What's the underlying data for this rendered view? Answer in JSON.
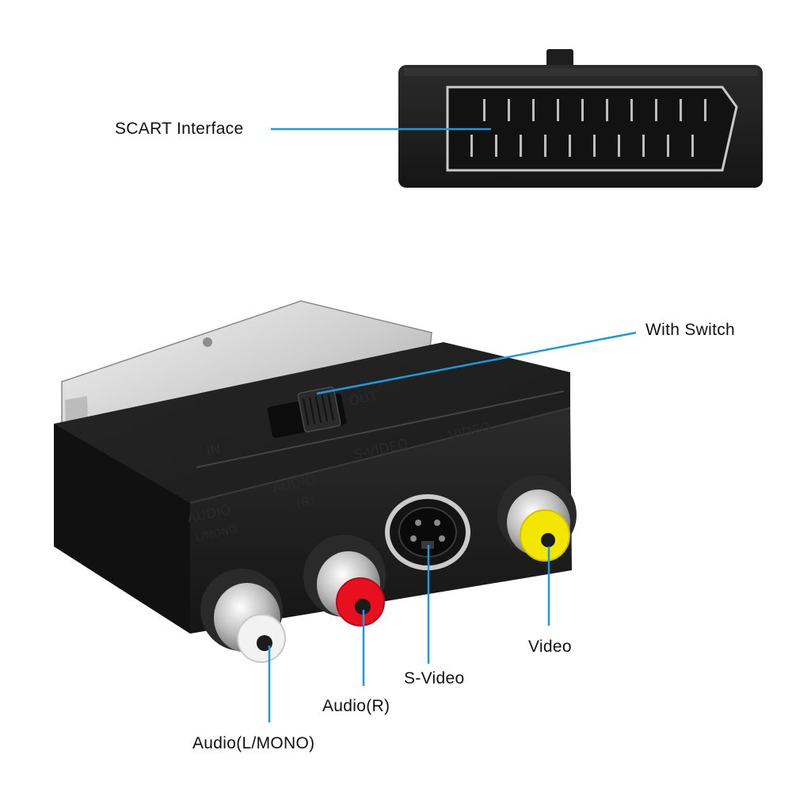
{
  "labels": {
    "scart": "SCART Interface",
    "switch": "With  Switch",
    "video": "Video",
    "svideo": "S-Video",
    "audio_r": "Audio(R)",
    "audio_l": "Audio(L/MONO)"
  },
  "device_print": {
    "in": "IN",
    "out": "OUT",
    "video": "VIDEO",
    "svideo": "S-VIDEO",
    "audio_r_1": "AUDIO",
    "audio_r_2": "(R)",
    "audio_l_1": "AUDIO",
    "audio_l_2": "L/MONO"
  },
  "colors": {
    "callout_line": "#1a9be0",
    "body": "#1c1c1c",
    "jack_red": "#e8101e",
    "jack_yellow": "#f3e600",
    "jack_white": "#f2f2f2"
  }
}
